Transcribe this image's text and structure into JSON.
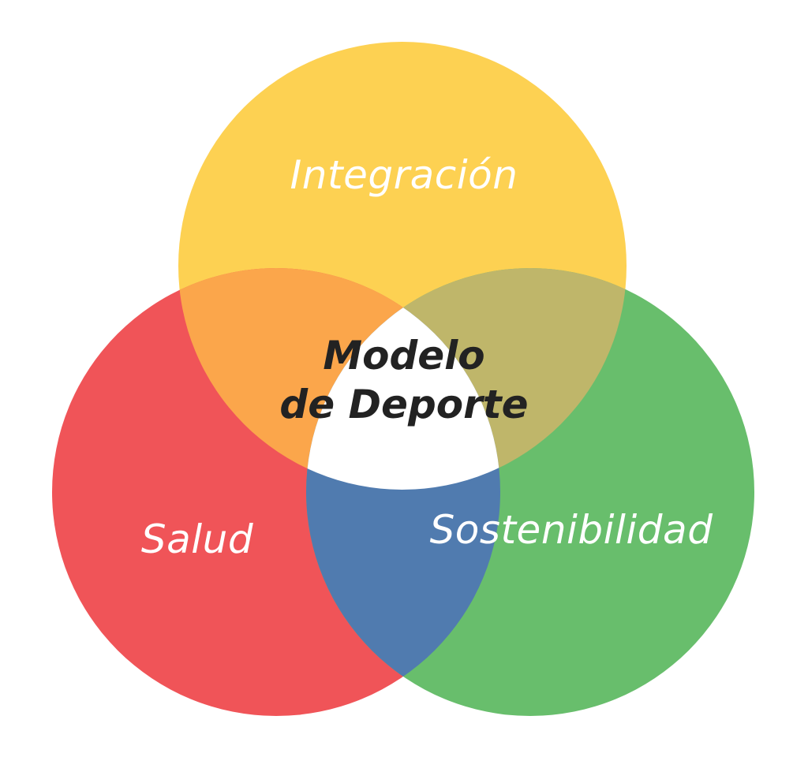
{
  "diagram": {
    "type": "venn",
    "center_label": {
      "line1": "Modelo",
      "line2": "de Deporte"
    },
    "sets": [
      {
        "label": "Integración",
        "color": "#FDD152"
      },
      {
        "label": "Salud",
        "color": "#F05458"
      },
      {
        "label": "Sostenibilidad",
        "color": "#68BE6C"
      }
    ],
    "overlaps": {
      "integracion_salud": "#FBA64B",
      "integracion_sostenibilidad": "#BFB66A",
      "salud_sostenibilidad": "#507BAF",
      "all": "#FFFFFF"
    }
  }
}
